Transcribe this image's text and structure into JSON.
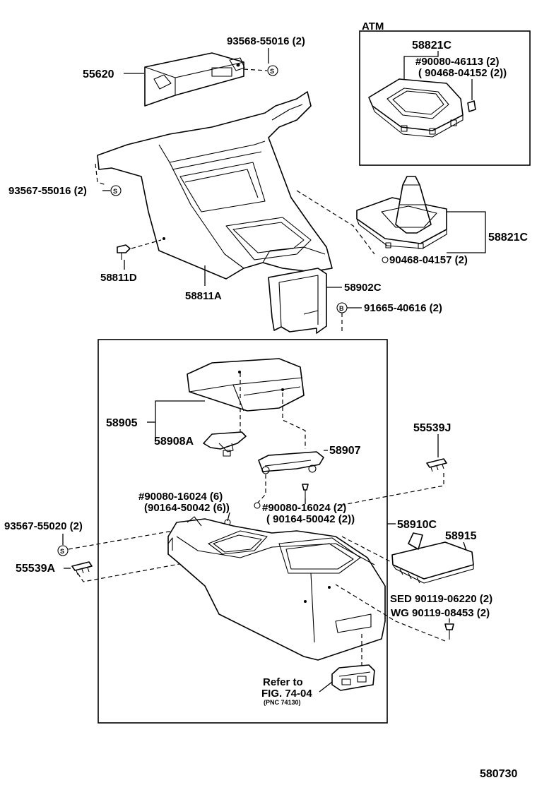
{
  "diagram": {
    "group_labels": {
      "atm": "ATM"
    },
    "part_numbers": {
      "p55620": "55620",
      "p93568": "93568-55016 (2)",
      "p58821c_top": "58821C",
      "p90080_46113": "#90080-46113 (2)",
      "p90468_04152": "( 90468-04152 (2))",
      "p93567_55016": "93567-55016 (2)",
      "p58821c_right": "58821C",
      "p90468_04157": "90468-04157 (2)",
      "p58811d": "58811D",
      "p58811a": "58811A",
      "p58902c": "58902C",
      "p91665": "91665-40616 (2)",
      "p58905": "58905",
      "p58908a": "58908A",
      "p58907": "58907",
      "p55539j": "55539J",
      "p90080_16024_6": "#90080-16024 (6)",
      "p90164_50042_6": "(90164-50042 (6))",
      "p90080_16024_2": "#90080-16024 (2)",
      "p90164_50042_2": "( 90164-50042 (2))",
      "p93567_55020": "93567-55020 (2)",
      "p58910c": "58910C",
      "p58915": "58915",
      "p55539a": "55539A",
      "p90119_06220": "SED 90119-06220 (2)",
      "p90119_08453": "WG 90119-08453 (2)"
    },
    "circle_marks": {
      "s": "S",
      "b": "B"
    },
    "reference": {
      "line1": "Refer to",
      "line2": "FIG. 74-04",
      "line3": "(PNC 74130)"
    },
    "figure_number": "580730"
  }
}
